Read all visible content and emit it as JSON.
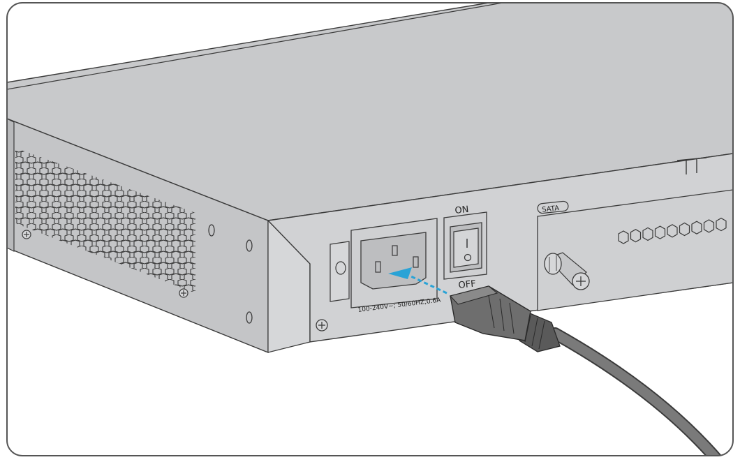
{
  "labels": {
    "switch_on": "ON",
    "switch_off": "OFF",
    "sata": "SATA",
    "power_rating": "100-240V~; 50/60HZ,0.6A"
  },
  "colors": {
    "background": "#ffffff",
    "frame_stroke": "#555555",
    "chassis_top": "#c8c9cb",
    "chassis_front": "#d1d2d4",
    "chassis_side": "#bfc0c2",
    "line": "#3a3a3a",
    "arrow": "#2aa3d6",
    "plug": "#6e6e6e",
    "plug_dark": "#4a4a4a",
    "cable": "#777777"
  },
  "icons": {
    "screw": "screw-icon",
    "arrow": "insert-arrow-icon",
    "power_switch": "rocker-switch-icon"
  }
}
